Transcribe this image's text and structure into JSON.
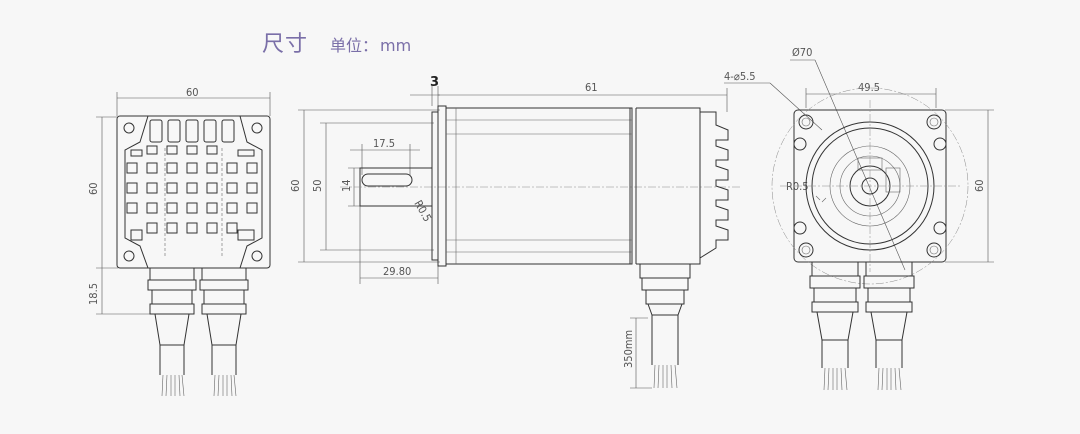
{
  "header": {
    "title": "尺寸",
    "unit_label": "单位：",
    "unit_value": "mm"
  },
  "dimensions": {
    "front_width": "60",
    "front_height": "60",
    "connector_length": "18.5",
    "flange_thickness": "3",
    "body_length": "61",
    "key_length": "17.5",
    "side_height": "60",
    "pilot_diameter": "50",
    "shaft_diameter": "14",
    "chamfer": "R0.5",
    "shaft_length": "29.80",
    "cable_length": "350mm",
    "bolt_circle": "Ø70",
    "mount_holes": "4-⌀5.5",
    "hole_spacing": "49.5",
    "end_height": "60",
    "radius": "R0.5"
  },
  "colors": {
    "title": "#7a6fa8",
    "line": "#333333",
    "background": "#f7f7f7"
  }
}
